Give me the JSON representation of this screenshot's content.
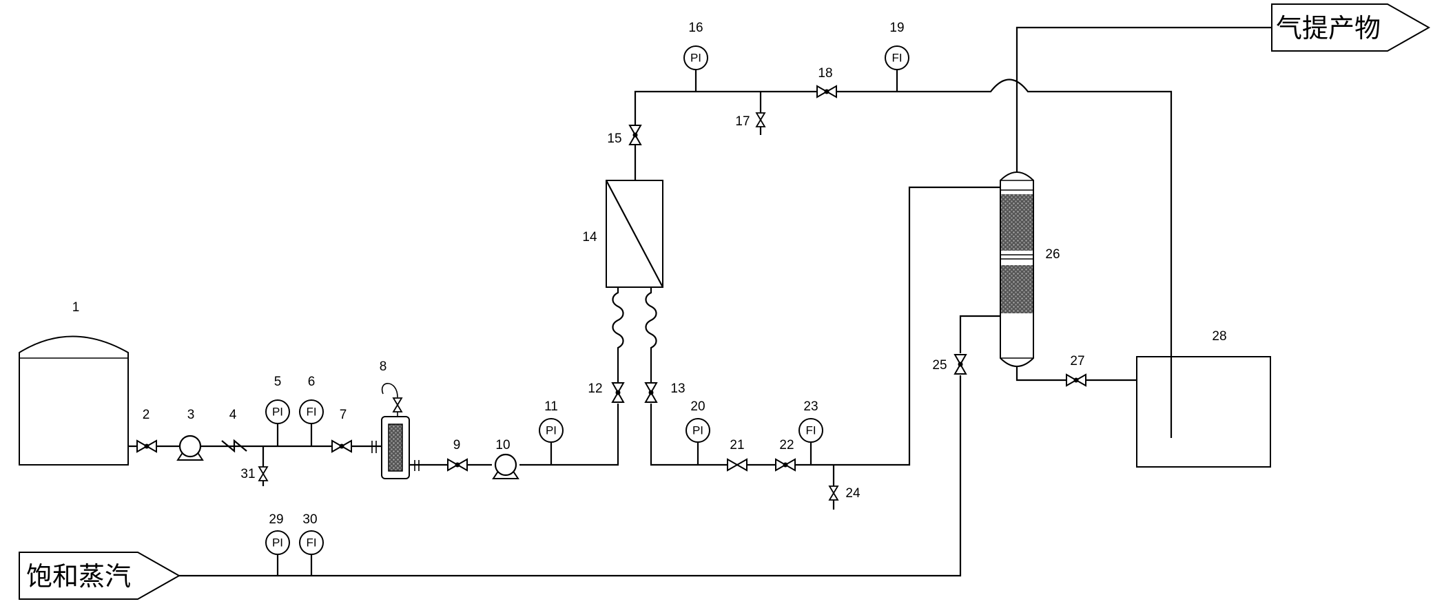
{
  "streams": {
    "steam_in": "饱和蒸汽",
    "product_out": "气提产物"
  },
  "instrument_labels": {
    "pressure": "PI",
    "flow": "FI"
  },
  "tags": {
    "t1": "1",
    "t2": "2",
    "t3": "3",
    "t4": "4",
    "t5": "5",
    "t6": "6",
    "t7": "7",
    "t8": "8",
    "t9": "9",
    "t10": "10",
    "t11": "11",
    "t12": "12",
    "t13": "13",
    "t14": "14",
    "t15": "15",
    "t16": "16",
    "t17": "17",
    "t18": "18",
    "t19": "19",
    "t20": "20",
    "t21": "21",
    "t22": "22",
    "t23": "23",
    "t24": "24",
    "t25": "25",
    "t26": "26",
    "t27": "27",
    "t28": "28",
    "t29": "29",
    "t30": "30",
    "t31": "31"
  }
}
